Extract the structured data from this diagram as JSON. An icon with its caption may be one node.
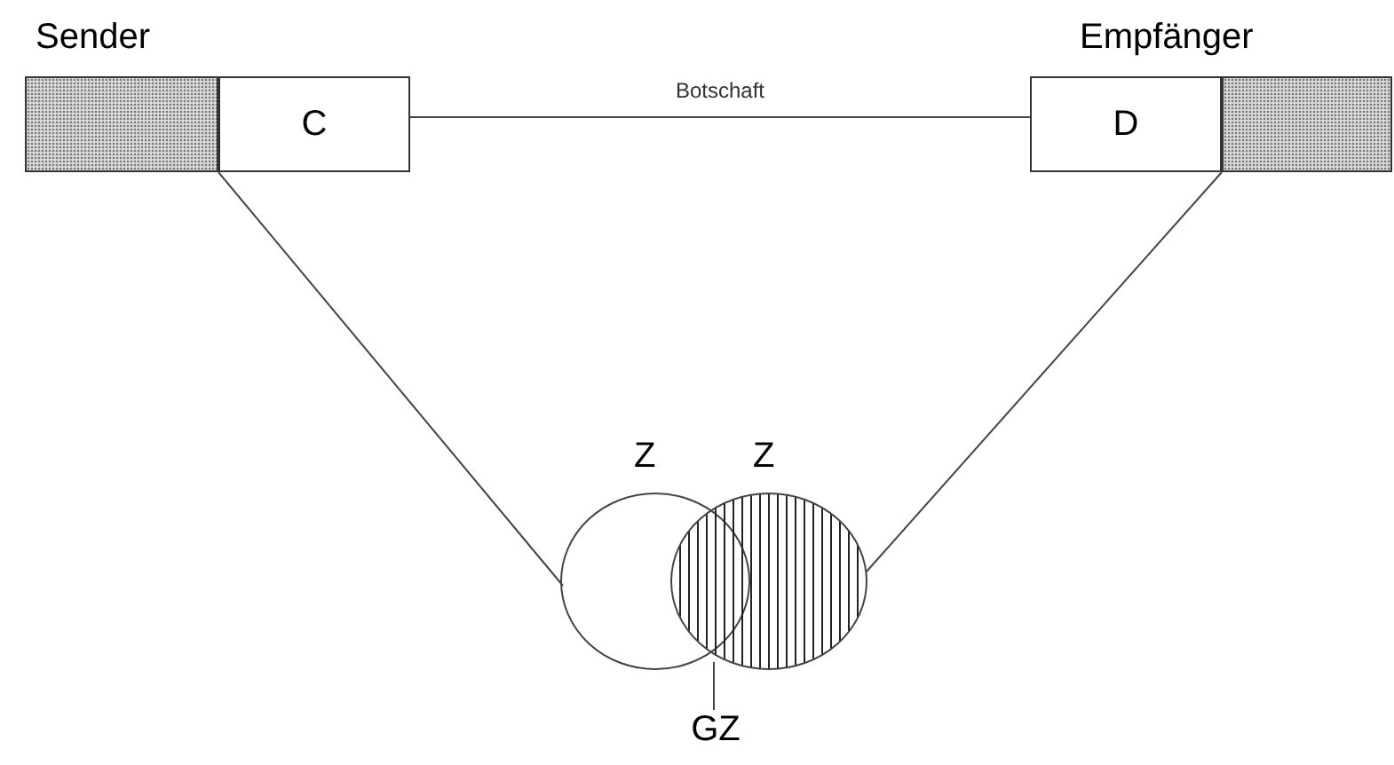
{
  "diagram": {
    "nodes": [
      {
        "text": [
          "Sender"
        ]
      },
      {
        "text": [
          "C"
        ]
      },
      {
        "text": [
          "D"
        ]
      },
      {
        "text": [
          "Empfänger"
        ]
      },
      {
        "text": [
          "Z"
        ]
      },
      {
        "text": [
          "Z"
        ]
      },
      {
        "text": [
          "GZ"
        ]
      }
    ],
    "edges": [
      {
        "from": 1,
        "to": 2,
        "arrow": "none",
        "label": "Botschaft"
      },
      {
        "from": 1,
        "to": 4,
        "arrow": "none"
      },
      {
        "from": 2,
        "to": 5,
        "arrow": "none"
      },
      {
        "from": 6,
        "to": 4,
        "arrow": "none"
      }
    ]
  }
}
